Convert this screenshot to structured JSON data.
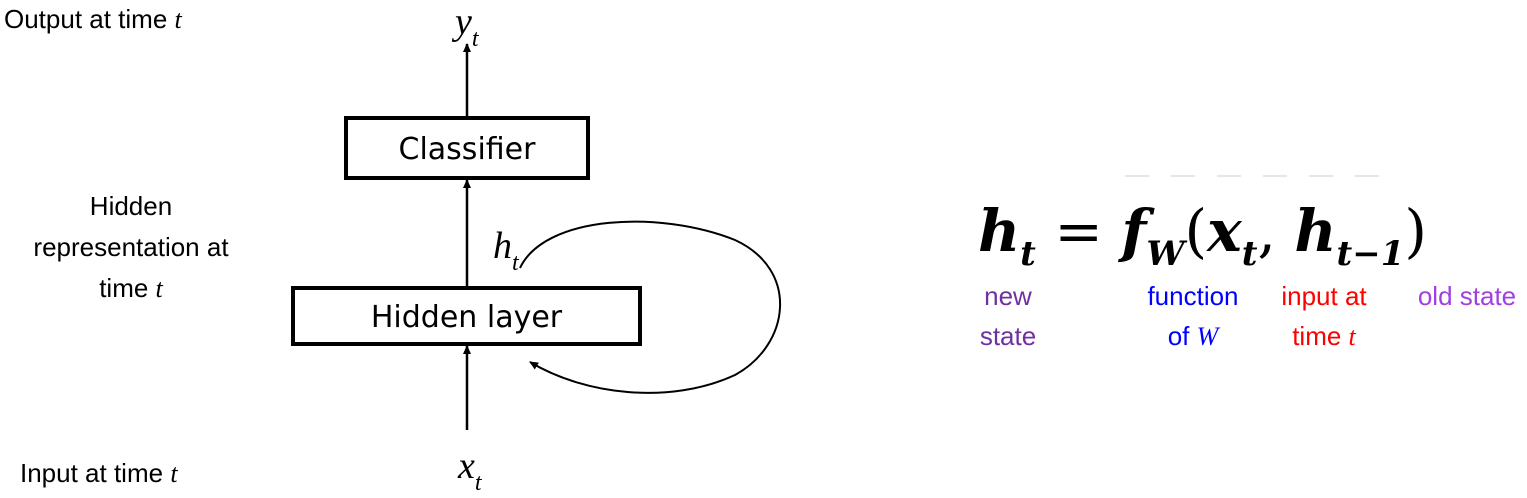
{
  "left_labels": {
    "output": {
      "text": "Output at time ",
      "var": "t"
    },
    "hidden": {
      "line1": "Hidden",
      "line2": "representation at",
      "line3": "time ",
      "var": "t"
    },
    "input": {
      "text": "Input at time ",
      "var": "t"
    }
  },
  "boxes": {
    "classifier": "Classifier",
    "hidden_layer": "Hidden layer"
  },
  "variables": {
    "y": {
      "base": "y",
      "sub": "t"
    },
    "h": {
      "base": "h",
      "sub": "t"
    },
    "x": {
      "base": "x",
      "sub": "t"
    }
  },
  "equation": {
    "lhs_base": "h",
    "lhs_sub": "t",
    "equals": "=",
    "func_base": "f",
    "func_sub": "W",
    "open": "(",
    "arg1_base": "x",
    "arg1_sub": "t",
    "comma": ",",
    "arg2_base": "h",
    "arg2_sub": "t−1",
    "close": ")"
  },
  "annotations": {
    "new_state": {
      "line1": "new",
      "line2": "state",
      "color": "#7030A0"
    },
    "function": {
      "line1": "function",
      "line2": "of ",
      "var": "W",
      "color": "#0000FF"
    },
    "input": {
      "line1": "input at",
      "line2": "time ",
      "var": "t",
      "color": "#FF0000"
    },
    "old_state": {
      "line1": "old state",
      "color": "#A040E0"
    }
  }
}
